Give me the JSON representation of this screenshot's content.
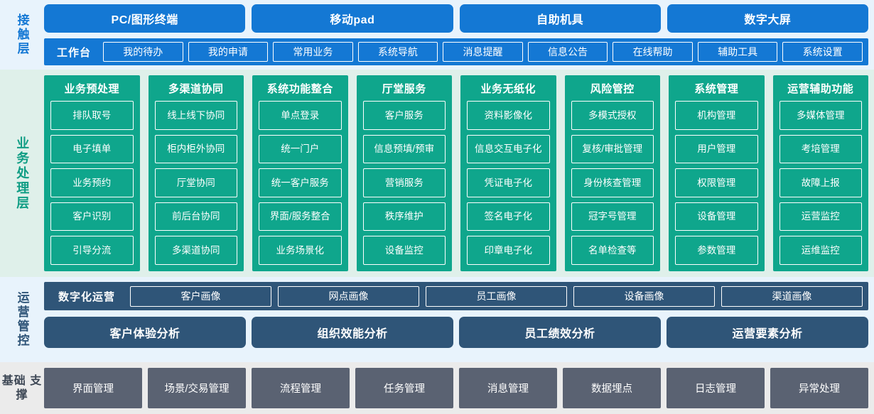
{
  "layers": {
    "touch": {
      "label": "接触层",
      "accent": "#1478d4",
      "background": "#e8f3fc",
      "terminals": [
        "PC/图形终端",
        "移动pad",
        "自助机具",
        "数字大屏"
      ],
      "workbench_label": "工作台",
      "workbench_items": [
        "我的待办",
        "我的申请",
        "常用业务",
        "系统导航",
        "消息提醒",
        "信息公告",
        "在线帮助",
        "辅助工具",
        "系统设置"
      ]
    },
    "business": {
      "label": "业务处理层",
      "accent": "#0fa68c",
      "background": "#dff0ea",
      "columns": [
        {
          "title": "业务预处理",
          "items": [
            "排队取号",
            "电子填单",
            "业务预约",
            "客户识别",
            "引导分流"
          ]
        },
        {
          "title": "多渠道协同",
          "items": [
            "线上线下协同",
            "柜内柜外协同",
            "厅堂协同",
            "前后台协同",
            "多渠道协同"
          ]
        },
        {
          "title": "系统功能整合",
          "items": [
            "单点登录",
            "统一门户",
            "统一客户服务",
            "界面/服务整合",
            "业务场景化"
          ]
        },
        {
          "title": "厅堂服务",
          "items": [
            "客户服务",
            "信息预填/预审",
            "营销服务",
            "秩序维护",
            "设备监控"
          ]
        },
        {
          "title": "业务无纸化",
          "items": [
            "资料影像化",
            "信息交互电子化",
            "凭证电子化",
            "签名电子化",
            "印章电子化"
          ]
        },
        {
          "title": "风险管控",
          "items": [
            "多模式授权",
            "复核/审批管理",
            "身份核查管理",
            "冠字号管理",
            "名单检查等"
          ]
        },
        {
          "title": "系统管理",
          "items": [
            "机构管理",
            "用户管理",
            "权限管理",
            "设备管理",
            "参数管理"
          ]
        },
        {
          "title": "运营辅助功能",
          "items": [
            "多媒体管理",
            "考培管理",
            "故障上报",
            "运营监控",
            "运维监控"
          ]
        }
      ]
    },
    "operations": {
      "label": "运营管控",
      "accent": "#2f5578",
      "background": "#e8f3fc",
      "digital_label": "数字化运营",
      "portraits": [
        "客户画像",
        "网点画像",
        "员工画像",
        "设备画像",
        "渠道画像"
      ],
      "analysis": [
        "客户体验分析",
        "组织效能分析",
        "员工绩效分析",
        "运营要素分析"
      ]
    },
    "base": {
      "label": "基础\n支撑",
      "accent": "#5a6272",
      "background": "#ebebeb",
      "items": [
        "界面管理",
        "场景/交易管理",
        "流程管理",
        "任务管理",
        "消息管理",
        "数据埋点",
        "日志管理",
        "异常处理"
      ]
    }
  }
}
